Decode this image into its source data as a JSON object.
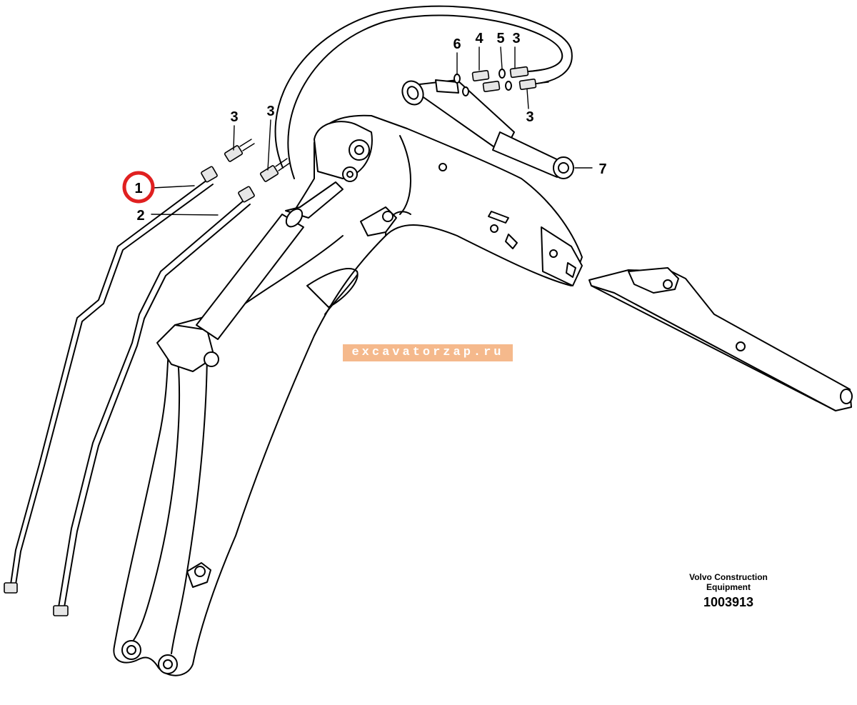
{
  "callouts": {
    "c1": "1",
    "c2": "2",
    "c3a": "3",
    "c3b": "3",
    "c3c": "3",
    "c3d": "3",
    "c4": "4",
    "c5": "5",
    "c6": "6",
    "c7": "7"
  },
  "highlight": {
    "callout": "1",
    "color": "#e02020"
  },
  "watermark": "excavatorzap.ru",
  "brand": {
    "line1": "Volvo Construction",
    "line2": "Equipment",
    "drawing_number": "1003913"
  }
}
